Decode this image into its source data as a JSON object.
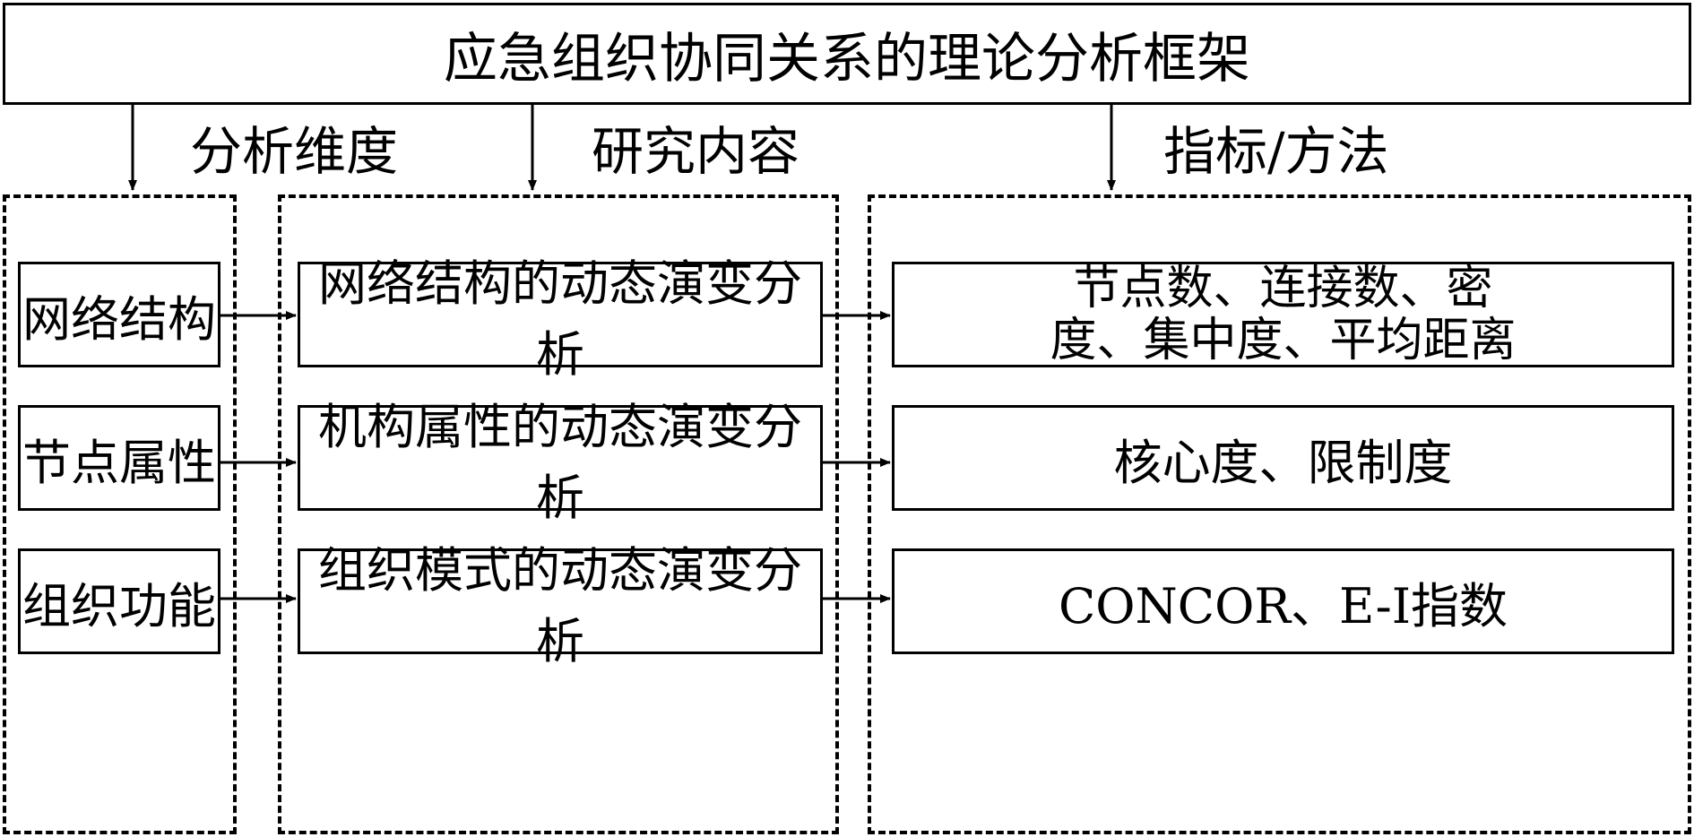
{
  "title": "应急组织协同关系的理论分析框架",
  "column_headers": {
    "dimension": "分析维度",
    "content": "研究内容",
    "metric": "指标/方法"
  },
  "rows": [
    {
      "dimension": "网络结构",
      "content": "网络结构的动态演变分析",
      "metric_lines": [
        "节点数、连接数、密",
        "度、集中度、平均距离"
      ]
    },
    {
      "dimension": "节点属性",
      "content": "机构属性的动态演变分析",
      "metric_lines": [
        "核心度、限制度"
      ]
    },
    {
      "dimension": "组织功能",
      "content": "组织模式的动态演变分析",
      "metric_lines": [
        "CONCOR、E-I指数"
      ]
    }
  ]
}
